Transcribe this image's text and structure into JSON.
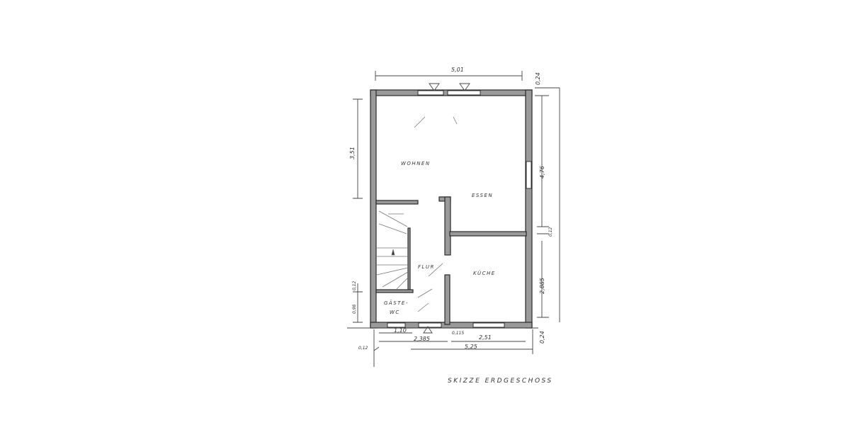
{
  "plan": {
    "title": "SKIZZE ERDGESCHOSS",
    "rooms": {
      "wohnen": "WOHNEN",
      "essen": "ESSEN",
      "flur": "FLUR",
      "kueche": "KÜCHE",
      "gaeste_1": "GÄSTE-",
      "gaeste_2": "WC"
    },
    "dimensions": {
      "top_width": "5,01",
      "top_wall": "0,24",
      "left_upper": "3,51",
      "right_upper": "4,76",
      "right_mid_wall": "0,12",
      "right_lower": "2,885",
      "right_bottom_wall": "0,24",
      "left_wc_wall": "0,12",
      "left_wc": "0,98",
      "bottom_wc": "1,10",
      "bottom_flur": "2,385",
      "bottom_partition": "0,115",
      "bottom_kueche": "2,51",
      "bottom_total": "5,25",
      "bottom_left_wall": "0,12"
    }
  }
}
